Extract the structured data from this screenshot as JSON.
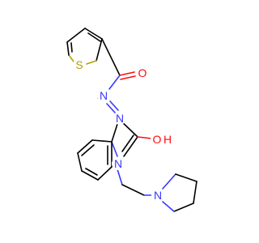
{
  "molecule": {
    "atoms": {
      "sulfur": {
        "text": "S",
        "color": "#b3a100"
      },
      "carbonyl_oxygen": {
        "text": "O",
        "color": "#ff0d0d"
      },
      "azo_n1": {
        "text": "N",
        "color": "#3838ff"
      },
      "azo_n2": {
        "text": "N",
        "color": "#3838ff"
      },
      "hydroxyl_o": {
        "text": "O",
        "color": "#ff0d0d"
      },
      "hydroxyl_h": {
        "text": "H",
        "color": "#ff0d0d"
      },
      "indole_n": {
        "text": "N",
        "color": "#3838ff"
      },
      "pyrrolidine_n": {
        "text": "N",
        "color": "#3838ff"
      }
    }
  }
}
